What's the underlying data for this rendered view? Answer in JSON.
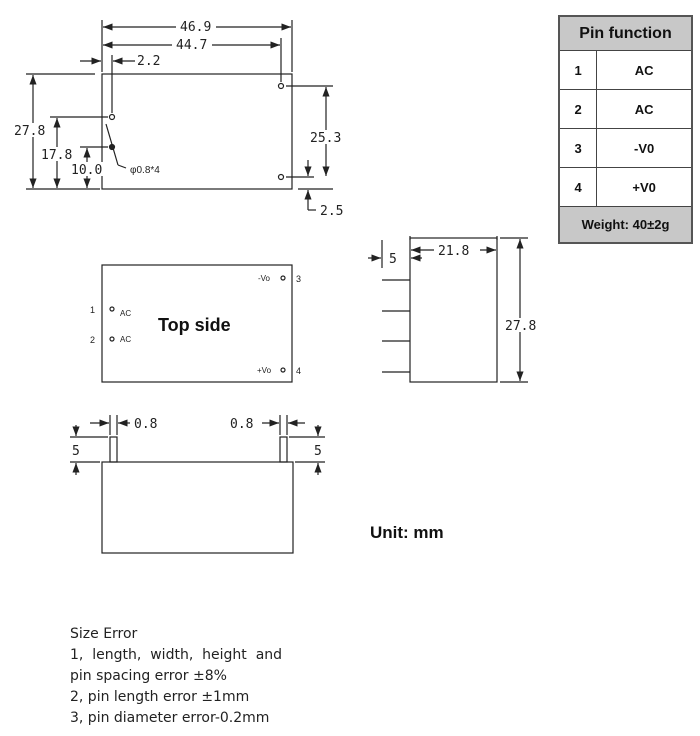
{
  "top_view": {
    "dim_total_width": "46.9",
    "dim_pin_span": "44.7",
    "dim_pin_offset": "2.2",
    "dim_height": "27.8",
    "dim_pin1": "17.8",
    "dim_pin2": "10.0",
    "dim_right_span": "25.3",
    "dim_bottom_offset": "2.5",
    "pin_diameter": "φ0.8*4"
  },
  "top_side": {
    "title": "Top side",
    "pins": [
      {
        "num": "1",
        "label": "AC"
      },
      {
        "num": "2",
        "label": "AC"
      },
      {
        "num": "3",
        "label": "-Vo"
      },
      {
        "num": "4",
        "label": "+Vo"
      }
    ]
  },
  "side_view": {
    "dim_depth": "21.8",
    "dim_pin_length": "5",
    "dim_height": "27.8"
  },
  "bottom_view": {
    "dim_pin_left": "0.8",
    "dim_pin_right": "0.8",
    "dim_pin_len_left": "5",
    "dim_pin_len_right": "5"
  },
  "unit": "Unit: mm",
  "pin_table": {
    "header": "Pin function",
    "rows": [
      {
        "pin": "1",
        "function": "AC"
      },
      {
        "pin": "2",
        "function": "AC"
      },
      {
        "pin": "3",
        "function": "-V0"
      },
      {
        "pin": "4",
        "function": "+V0"
      }
    ],
    "weight": "Weight: 40±2g"
  },
  "notes": {
    "title": "Size Error",
    "lines": [
      "1,  length,  width,  height  and",
      "pin spacing error  ±8%",
      "2, pin length error  ±1mm",
      "3, pin diameter error-0.2mm"
    ]
  }
}
